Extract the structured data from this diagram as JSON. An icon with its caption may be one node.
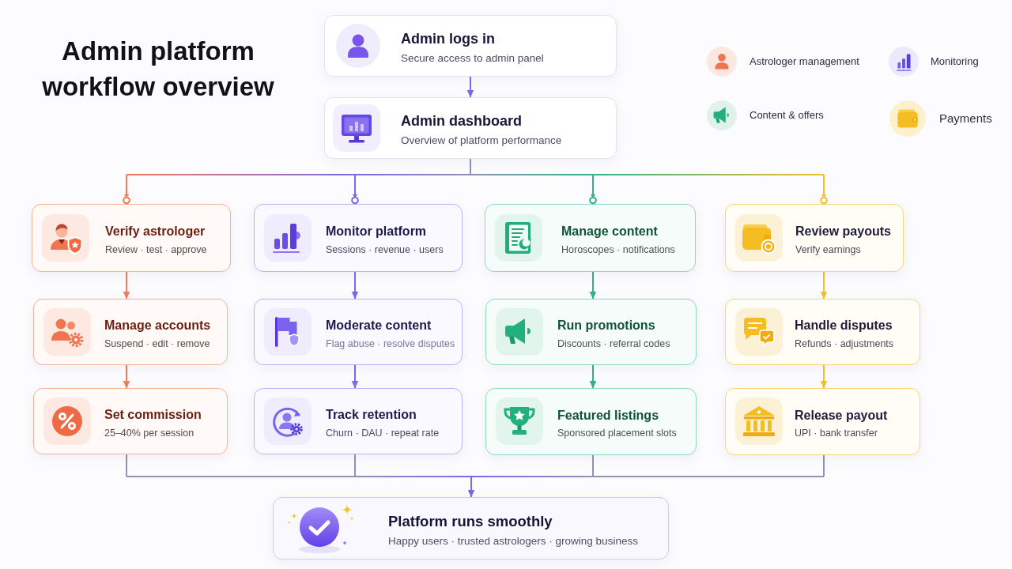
{
  "diagram": {
    "title": "Admin platform workflow overview",
    "nodes": [
      {
        "text": [
          "Admin logs in",
          "Secure access to admin panel"
        ]
      },
      {
        "text": [
          "Admin dashboard",
          "Overview of platform performance"
        ]
      },
      {
        "text": [
          "Verify astrologer",
          "Review · test · approve"
        ]
      },
      {
        "text": [
          "Monitor platform",
          "Sessions · revenue · users"
        ]
      },
      {
        "text": [
          "Manage content",
          "Horoscopes · notifications"
        ]
      },
      {
        "text": [
          "Review payouts",
          "Verify earnings"
        ]
      },
      {
        "text": [
          "Manage accounts",
          "Suspend · edit · remove"
        ]
      },
      {
        "text": [
          "Moderate content",
          "Flag abuse · resolve disputes"
        ]
      },
      {
        "text": [
          "Run promotions",
          "Discounts · referral codes"
        ]
      },
      {
        "text": [
          "Handle disputes",
          "Refunds · adjustments"
        ]
      },
      {
        "text": [
          "Set commission",
          "25–40% per session"
        ]
      },
      {
        "text": [
          "Track retention",
          "Churn · DAU · repeat rate"
        ]
      },
      {
        "text": [
          "Featured listings",
          "Sponsored placement slots"
        ]
      },
      {
        "text": [
          "Release payout",
          "UPI · bank transfer"
        ]
      },
      {
        "text": [
          "Platform runs smoothly",
          "Happy users · trusted astrologers · growing business"
        ]
      }
    ],
    "edges": [
      {
        "from": 0,
        "to": 1,
        "arrow": "to"
      },
      {
        "from": 1,
        "to": 2,
        "arrow": "to",
        "color": "#f07b57"
      },
      {
        "from": 1,
        "to": 3,
        "arrow": "to"
      },
      {
        "from": 1,
        "to": 4,
        "arrow": "to",
        "color": "#2db488"
      },
      {
        "from": 1,
        "to": 5,
        "arrow": "to",
        "color": "#f3bf2c"
      },
      {
        "from": 2,
        "to": 6,
        "arrow": "to",
        "color": "#f07b57"
      },
      {
        "from": 6,
        "to": 10,
        "arrow": "to",
        "color": "#f07b57"
      },
      {
        "from": 3,
        "to": 7,
        "arrow": "to"
      },
      {
        "from": 7,
        "to": 11,
        "arrow": "to"
      },
      {
        "from": 4,
        "to": 8,
        "arrow": "to",
        "color": "#2db488"
      },
      {
        "from": 8,
        "to": 12,
        "arrow": "to",
        "color": "#2db488"
      },
      {
        "from": 5,
        "to": 9,
        "arrow": "to",
        "color": "#f3bf2c"
      },
      {
        "from": 9,
        "to": 13,
        "arrow": "to",
        "color": "#f3bf2c"
      },
      {
        "from": 10,
        "to": 14,
        "arrow": "to",
        "color": "#8d93b5"
      },
      {
        "from": 11,
        "to": 14,
        "arrow": "to",
        "color": "#8d93b5"
      },
      {
        "from": 12,
        "to": 14,
        "arrow": "to",
        "color": "#8d93b5"
      },
      {
        "from": 13,
        "to": 14,
        "arrow": "to",
        "color": "#8d93b5"
      }
    ],
    "legend": [
      {
        "text": "Astrologer management"
      },
      {
        "text": "Monitoring"
      },
      {
        "text": "Content & offers"
      },
      {
        "text": "Payments"
      }
    ]
  }
}
